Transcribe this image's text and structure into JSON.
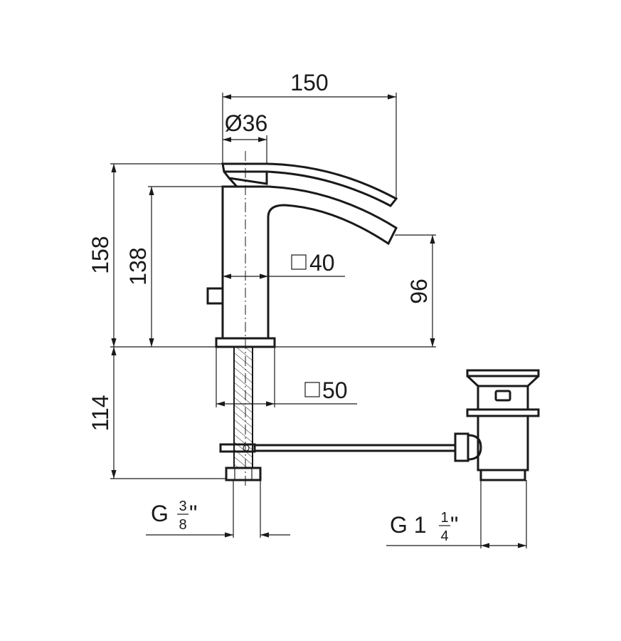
{
  "title": "Basin mixer technical drawing",
  "dimensions": {
    "overall_reach": "150",
    "lever_diameter": "Ø36",
    "total_height": "158",
    "body_height": "138",
    "spout_height": "96",
    "body_section": "40",
    "base_section": "50",
    "shank_length": "114"
  },
  "connections": {
    "supply_thread": {
      "letter": "G",
      "num": "3",
      "den": "8",
      "unit": "\""
    },
    "waste_thread": {
      "letter": "G 1",
      "num": "1",
      "den": "4",
      "unit": "\""
    }
  }
}
